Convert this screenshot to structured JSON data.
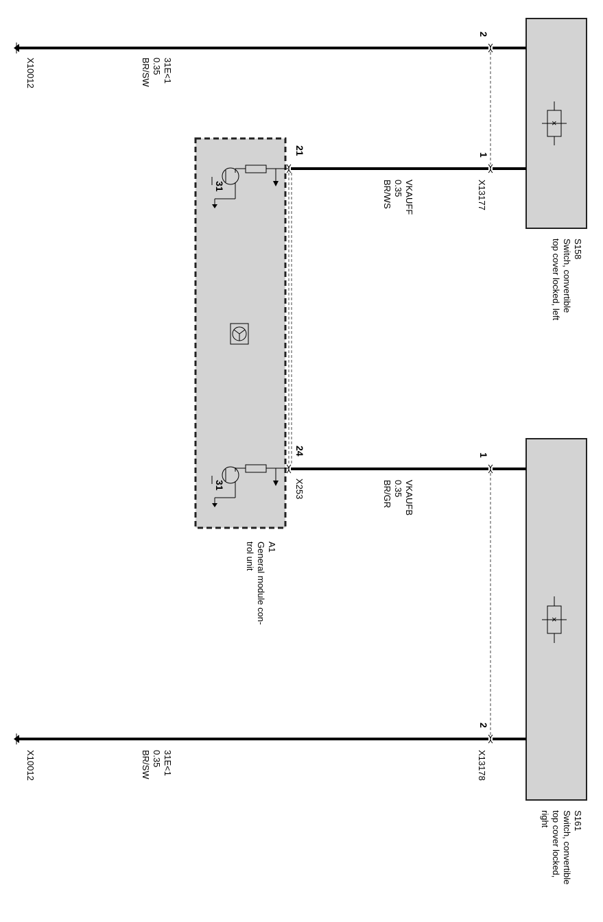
{
  "ground_left": {
    "connector": "X10012",
    "circuit": "31E<1",
    "gauge": "0.35",
    "color_code": "BR/SW"
  },
  "ground_right": {
    "connector": "X10012",
    "circuit": "31E<1",
    "gauge": "0.35",
    "color_code": "BR/SW"
  },
  "switch_left": {
    "id": "S158",
    "desc_lines": [
      "Switch, convertible",
      "top cover locked, left"
    ],
    "connector": "X13177",
    "pin_top": "2",
    "pin_signal": "1"
  },
  "switch_right": {
    "id": "S161",
    "desc_lines": [
      "Switch, convertible",
      "top cover locked,",
      "right"
    ],
    "connector": "X13178",
    "pin_signal": "1",
    "pin_bottom": "2"
  },
  "module": {
    "id": "A1",
    "desc_lines": [
      "General module con-",
      "trol unit"
    ],
    "connector": "X253",
    "pin_a": "21",
    "pin_b": "24",
    "ground_a": "31",
    "ground_b": "31"
  },
  "wire_left_signal": {
    "circuit": "VKAUFF",
    "gauge": "0.35",
    "color_code": "BR/WS"
  },
  "wire_right_signal": {
    "circuit": "VKAUFB",
    "gauge": "0.35",
    "color_code": "BR/GR"
  }
}
